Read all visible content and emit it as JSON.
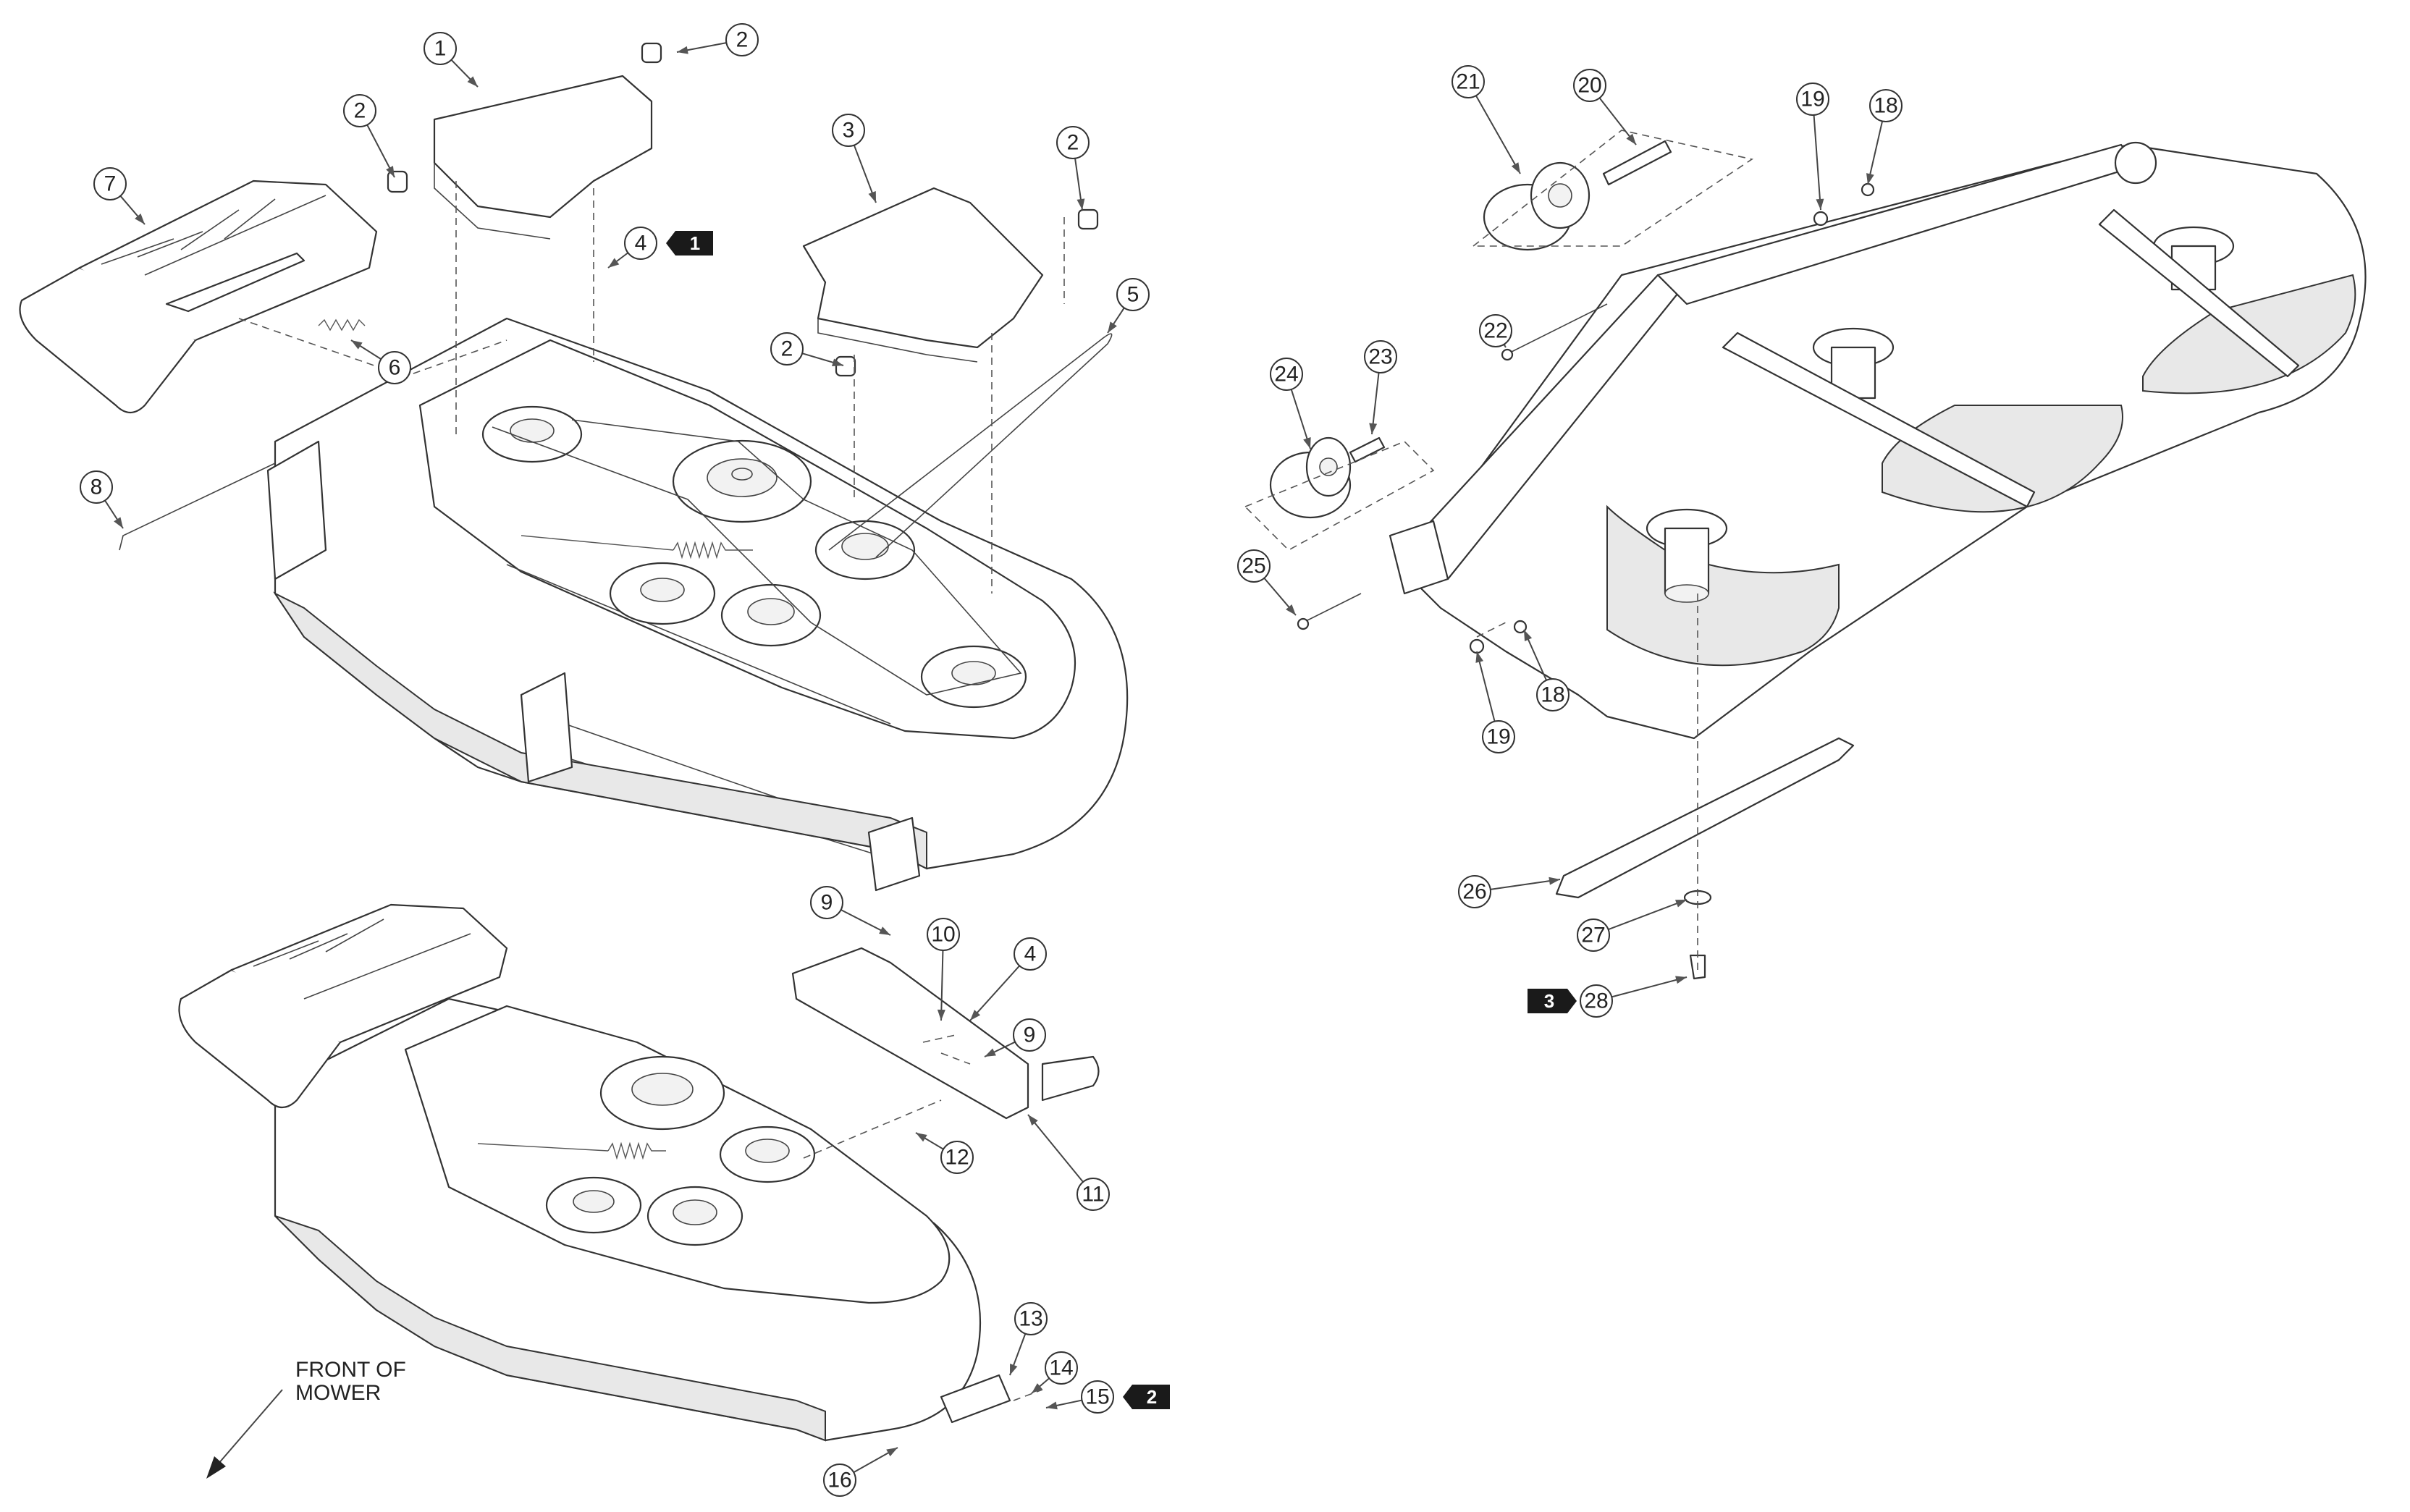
{
  "callouts": [
    {
      "n": "1",
      "note": ""
    },
    {
      "n": "2",
      "note": ""
    },
    {
      "n": "2",
      "note": ""
    },
    {
      "n": "2",
      "note": ""
    },
    {
      "n": "2",
      "note": ""
    },
    {
      "n": "3",
      "note": ""
    },
    {
      "n": "4",
      "note": "1"
    },
    {
      "n": "5",
      "note": ""
    },
    {
      "n": "6",
      "note": ""
    },
    {
      "n": "7",
      "note": ""
    },
    {
      "n": "8",
      "note": ""
    },
    {
      "n": "9",
      "note": ""
    },
    {
      "n": "10",
      "note": ""
    },
    {
      "n": "4",
      "note": ""
    },
    {
      "n": "9",
      "note": ""
    },
    {
      "n": "12",
      "note": ""
    },
    {
      "n": "11",
      "note": ""
    },
    {
      "n": "13",
      "note": ""
    },
    {
      "n": "14",
      "note": ""
    },
    {
      "n": "15",
      "note": "2"
    },
    {
      "n": "16",
      "note": ""
    },
    {
      "n": "21",
      "note": ""
    },
    {
      "n": "20",
      "note": ""
    },
    {
      "n": "19",
      "note": ""
    },
    {
      "n": "18",
      "note": ""
    },
    {
      "n": "22",
      "note": ""
    },
    {
      "n": "24",
      "note": ""
    },
    {
      "n": "23",
      "note": ""
    },
    {
      "n": "25",
      "note": ""
    },
    {
      "n": "18",
      "note": ""
    },
    {
      "n": "19",
      "note": ""
    },
    {
      "n": "26",
      "note": ""
    },
    {
      "n": "27",
      "note": ""
    },
    {
      "n": "28",
      "note": "3"
    }
  ],
  "front_label": {
    "line1": "FRONT OF",
    "line2": "MOWER"
  }
}
